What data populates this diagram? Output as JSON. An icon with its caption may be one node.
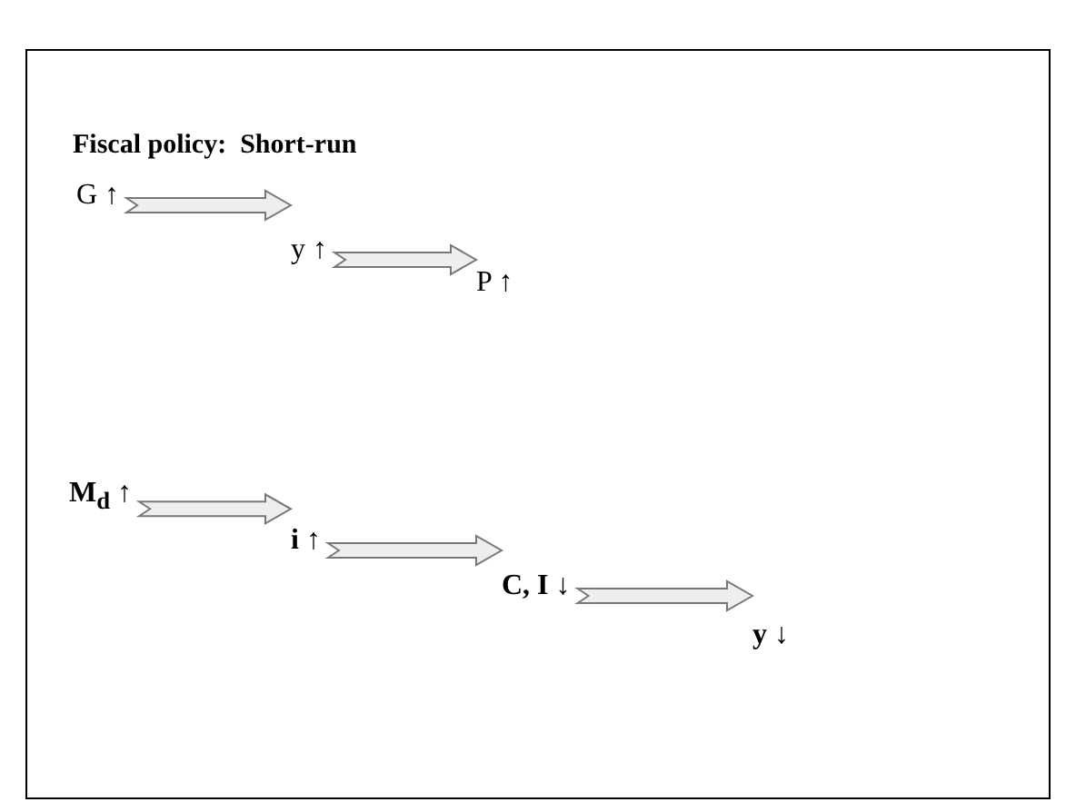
{
  "diagram": {
    "title": "Fiscal policy:  Short-run",
    "nodes": [
      {
        "text": [
          "G ↑"
        ]
      },
      {
        "text": [
          "y ↑"
        ]
      },
      {
        "text": [
          "P ↑"
        ]
      },
      {
        "text": [
          "M$_{d}$ ↑"
        ]
      },
      {
        "text": [
          "i ↑"
        ]
      },
      {
        "text": [
          "C, I ↓"
        ]
      },
      {
        "text": [
          "y ↓"
        ]
      }
    ],
    "edges": [
      {
        "from": 0,
        "to": 1,
        "arrow": "to"
      },
      {
        "from": 1,
        "to": 2,
        "arrow": "to"
      },
      {
        "from": 3,
        "to": 4,
        "arrow": "to"
      },
      {
        "from": 4,
        "to": 5,
        "arrow": "to"
      },
      {
        "from": 5,
        "to": 6,
        "arrow": "to"
      }
    ]
  }
}
